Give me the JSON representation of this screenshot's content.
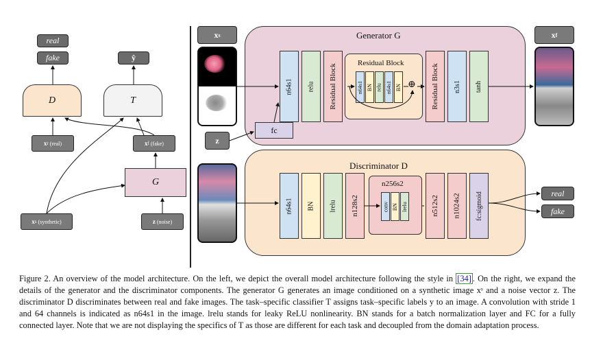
{
  "left_diagram": {
    "outputs_d": [
      "real",
      "fake"
    ],
    "output_t": "ŷ",
    "discriminator_label": "D",
    "classifier_label": "T",
    "generator_label": "G",
    "x_real": {
      "symbol": "x",
      "sup": "r",
      "sub": "(real)"
    },
    "x_fake": {
      "symbol": "x",
      "sup": "f",
      "sub": "(fake)"
    },
    "x_synthetic": {
      "symbol": "x",
      "sup": "s",
      "sub": "(synthetic)"
    },
    "z_noise": {
      "symbol": "z",
      "sub": "(noise)"
    },
    "colors": {
      "D": "#fce5cd",
      "T": "#f3f3f3",
      "G": "#ead1dc"
    }
  },
  "generator": {
    "title": "Generator G",
    "input_label": "x",
    "input_sup": "s",
    "noise_label": "z",
    "fc_label": "fc",
    "output_label": "x",
    "output_sup": "f",
    "layers": [
      "n64s1",
      "relu",
      "Residual Block",
      "Residual Block",
      "n3s1",
      "tanh"
    ],
    "residual_block": {
      "title": "Residual Block",
      "layers": [
        "n64s1",
        "BN",
        "relu",
        "n64s1",
        "BN"
      ],
      "sum_symbol": "⊕"
    },
    "bg_color": "#ead1dc"
  },
  "discriminator": {
    "title": "Discriminator D",
    "layers": [
      "n64s1",
      "BN",
      "lrelu",
      "n128s2",
      "n512s2",
      "n1024s2",
      "fc:sigmoid"
    ],
    "inner_block": {
      "title": "n256s2",
      "layers": [
        "conv",
        "BN",
        "lrelu"
      ]
    },
    "outputs": [
      "real",
      "fake"
    ],
    "bg_color": "#fce5cd"
  },
  "caption": {
    "line1_a": "Figure 2. An overview of the model architecture. On the left, we depict the overall model architecture following the style in ",
    "ref": "[34]",
    "line1_b": ". On the",
    "rest": "right, we expand the details of the generator and the discriminator components. The generator G generates an image conditioned on a synthetic image xˢ and a noise vector z. The discriminator D discriminates between real and fake images. The task–specific classifier T assigns task–specific labels y to an image. A convolution with stride 1 and 64 channels is indicated as n64s1 in the image. lrelu stands for leaky ReLU nonlinearity. BN stands for a batch normalization layer and FC for a fully connected layer. Note that we are not displaying the specifics of T as those are different for each task and decoupled from the domain adaptation process."
  }
}
